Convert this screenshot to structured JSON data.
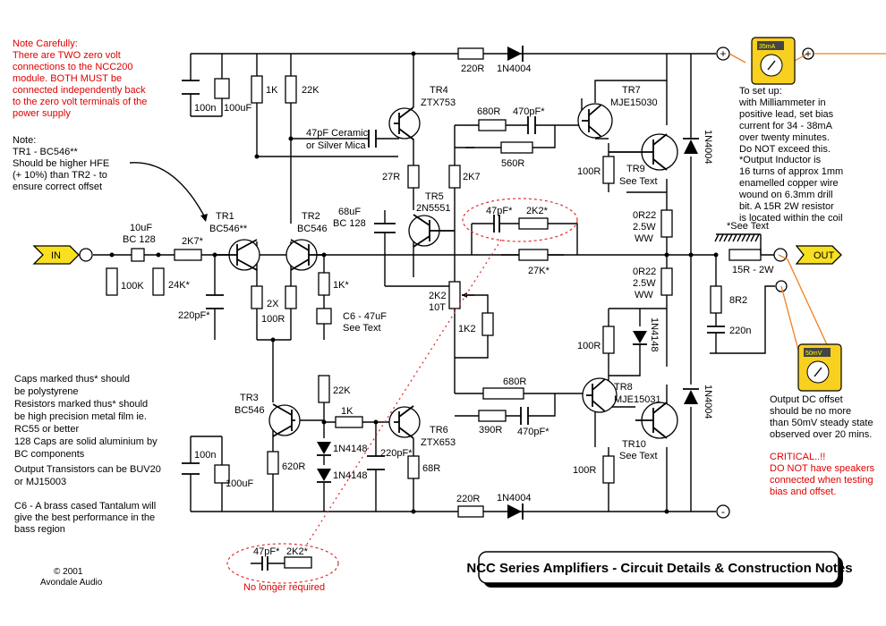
{
  "notes": {
    "careful": [
      "Note Carefully:",
      "There are TWO zero volt",
      "connections to the NCC200",
      "module.  BOTH MUST be",
      "connected independently back",
      "to the zero volt terminals of the",
      "power supply"
    ],
    "tr1": [
      "Note:",
      "TR1 - BC546**",
      "Should be higher HFE",
      "(+ 10%) than TR2 - to",
      "ensure correct offset"
    ],
    "setup": [
      "To set up:",
      "with Milliammeter in",
      "positive lead, set bias",
      "current for 34 - 38mA",
      "over twenty minutes.",
      "Do NOT exceed this."
    ],
    "inductor": [
      "*Output Inductor is",
      "16 turns of approx 1mm",
      "enamelled copper wire",
      "wound on 6.3mm drill",
      "bit.  A 15R 2W resistor",
      "is located within the coil"
    ],
    "caps": [
      "Caps marked thus* should",
      "be polystyrene",
      "Resistors marked thus* should",
      "be high precision metal film ie.",
      "RC55 or better",
      "128 Caps are solid aluminium by",
      "BC components"
    ],
    "output_transistors": [
      "Output Transistors can be BUV20",
      "or MJ15003"
    ],
    "c6": [
      "C6 - A brass cased Tantalum will",
      "give the best performance in the",
      "bass region"
    ],
    "offset": [
      "Output DC offset",
      "should be no more",
      "than 50mV steady state",
      "observed over 20 mins."
    ],
    "critical": [
      "CRITICAL..!!",
      "DO NOT have speakers",
      "connected when testing",
      "bias and offset."
    ],
    "copyright": [
      "© 2001",
      "Avondale Audio"
    ],
    "no_longer": "No longer required"
  },
  "title": "NCC Series Amplifiers - Circuit Details & Construction Notes",
  "terminals": {
    "input": "IN",
    "output": "OUT",
    "plus": "+",
    "minus": "-"
  },
  "meters": {
    "top": "35mA",
    "bottom": "50mV"
  },
  "components": {
    "r_top": "220R",
    "d_top": "1N4004",
    "r_bot": "220R",
    "d_bot": "1N4004",
    "c_100n_top": "100n",
    "c_100u_top": "100uF",
    "r_1k": "1K",
    "r_22k": "22K",
    "tr4": "TR4",
    "tr4_type": "ZTX753",
    "c47p_ceramic": "47pF Ceramic",
    "silver_mica": "or Silver Mica",
    "r680_top": "680R",
    "c470_top": "470pF*",
    "r560": "560R",
    "tr7": "TR7",
    "tr7_type": "MJE15030",
    "r100_tr9": "100R",
    "tr9": "TR9",
    "tr9_see": "See Text",
    "d_right_top": "1N4004",
    "r27": "27R",
    "r2k7": "2K7",
    "tr5": "TR5",
    "tr5_type": "2N5551",
    "c68": "68uF",
    "c68_type": "BC 128",
    "c47_ff": "47pF*",
    "r2k2_ff": "2K2*",
    "r27k": "27K*",
    "r0r22_top": "0R22",
    "r0r22_top_w": "2.5W",
    "r0r22_top_ww": "WW",
    "r0r22_bot": "0R22",
    "r0r22_bot_w": "2.5W",
    "r0r22_bot_ww": "WW",
    "see_text_l": "*See Text",
    "r15": "15R - 2W",
    "r8r2": "8R2",
    "c220n": "220n",
    "c10u": "10uF",
    "c10u_type": "BC 128",
    "r2k7_in": "2K7*",
    "r100k": "100K",
    "r24k": "24K*",
    "c220p_in": "220pF*",
    "tr1": "TR1",
    "tr1_type": "BC546**",
    "tr2": "TR2",
    "tr2_type": "BC546",
    "r2x": "2X",
    "r100_ltp": "100R",
    "r1k_star": "1K*",
    "c6": "C6 - 47uF",
    "c6_see": "See Text",
    "r2k2_10t": "2K2",
    "r10t": "10T",
    "r1k2": "1K2",
    "tr3": "TR3",
    "tr3_type": "BC546",
    "r22k_mid": "22K",
    "r1k_mid": "1K",
    "d1n4148_a": "1N4148",
    "d1n4148_b": "1N4148",
    "r620": "620R",
    "c220p_tr6": "220pF*",
    "tr6": "TR6",
    "tr6_type": "ZTX653",
    "r68": "68R",
    "c100n_bot": "100n",
    "c100u_bot": "100uF",
    "r680_bot": "680R",
    "r390": "390R",
    "c470_bot": "470pF*",
    "tr8": "TR8",
    "tr8_type": "MJE15031",
    "r100_tr8": "100R",
    "d_tr8": "1N4148",
    "r100_tr10": "100R",
    "tr10": "TR10",
    "tr10_see": "See Text",
    "d_right_bot": "1N4004",
    "old_c47": "47pF*",
    "old_r2k2": "2K2*"
  }
}
